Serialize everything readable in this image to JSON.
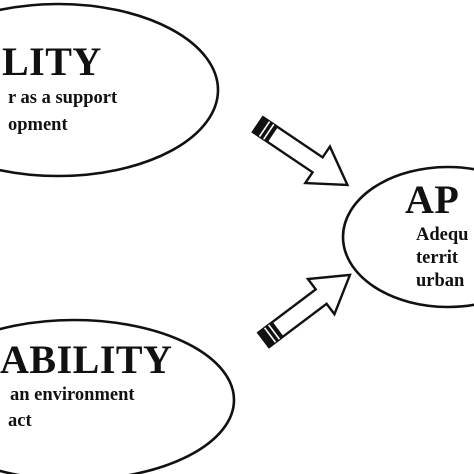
{
  "nodes": {
    "top_left": {
      "title": "LITY",
      "line1": "r as a support",
      "line2": "opment"
    },
    "bottom_left": {
      "title": "ABILITY",
      "line1": "an environment",
      "line2": "act"
    },
    "right": {
      "title": "AP",
      "line1": "Adequ",
      "line2": "territ",
      "line3": "urban"
    }
  },
  "colors": {
    "stroke": "#111111",
    "fill": "#ffffff"
  }
}
